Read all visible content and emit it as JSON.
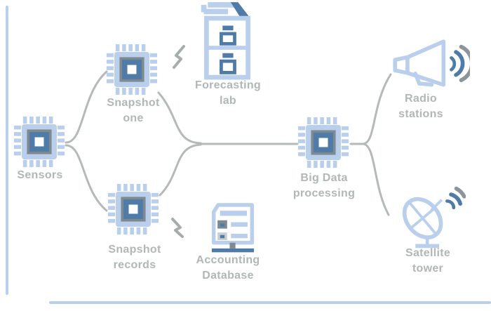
{
  "diagram": {
    "kind": "iot-big-data-flow-diagram",
    "colors": {
      "icon_light_blue": "#b9cfec",
      "icon_steel_blue": "#4f7ba8",
      "icon_gray": "#7f8a90",
      "connector_gray": "#b3bab8",
      "label_gray": "#b0b7b5",
      "border_blue": "#b9d0ec",
      "background": "#ffffff"
    },
    "nodes": [
      {
        "id": "sensors",
        "icon": "chip",
        "label_lines": [
          "Sensors",
          ""
        ]
      },
      {
        "id": "snapshot-one",
        "icon": "chip",
        "label_lines": [
          "Snapshot",
          "one"
        ]
      },
      {
        "id": "snapshot-records",
        "icon": "chip",
        "label_lines": [
          "Snapshot",
          "records"
        ]
      },
      {
        "id": "forecasting-lab",
        "icon": "building",
        "label_lines": [
          "Forecasting",
          "lab"
        ]
      },
      {
        "id": "accounting-database",
        "icon": "server",
        "label_lines": [
          "Accounting",
          "Database"
        ]
      },
      {
        "id": "big-data-processing",
        "icon": "chip",
        "label_lines": [
          "Big Data",
          "processing"
        ]
      },
      {
        "id": "radio-stations",
        "icon": "megaphone",
        "label_lines": [
          "Radio",
          "stations"
        ]
      },
      {
        "id": "satellite-tower",
        "icon": "satellite-dish",
        "label_lines": [
          "Satellite",
          "tower"
        ]
      }
    ],
    "edges": [
      {
        "from": "sensors",
        "to": "snapshot-one"
      },
      {
        "from": "sensors",
        "to": "snapshot-records"
      },
      {
        "from": "snapshot-one",
        "to": "big-data-processing"
      },
      {
        "from": "snapshot-records",
        "to": "big-data-processing"
      },
      {
        "from": "snapshot-one",
        "to": "forecasting-lab",
        "style": "wireless-zigzag"
      },
      {
        "from": "snapshot-records",
        "to": "accounting-database",
        "style": "wireless-zigzag"
      },
      {
        "from": "big-data-processing",
        "to": "radio-stations"
      },
      {
        "from": "big-data-processing",
        "to": "satellite-tower"
      }
    ]
  }
}
